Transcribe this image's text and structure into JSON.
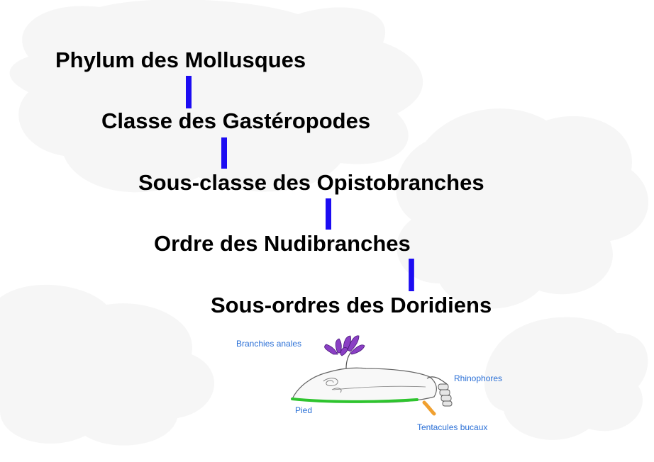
{
  "taxonomy": {
    "phylum": "Phylum des Mollusques",
    "classe": "Classe des Gastéropodes",
    "sous_classe": "Sous-classe des Opistobranches",
    "ordre": "Ordre des Nudibranches",
    "sous_ordre": "Sous-ordres des Doridiens"
  },
  "anatomy_labels": {
    "branchies": "Branchies anales",
    "rhinophores": "Rhinophores",
    "pied": "Pied",
    "tentacules": "Tentacules bucaux"
  },
  "colors": {
    "connector": "#1c0cf2",
    "label_text": "#2a6fd6",
    "gills": "#8a3fc4",
    "foot": "#2ec42e",
    "tentacles": "#f0a030",
    "background_blobs": "#f6f6f6"
  }
}
